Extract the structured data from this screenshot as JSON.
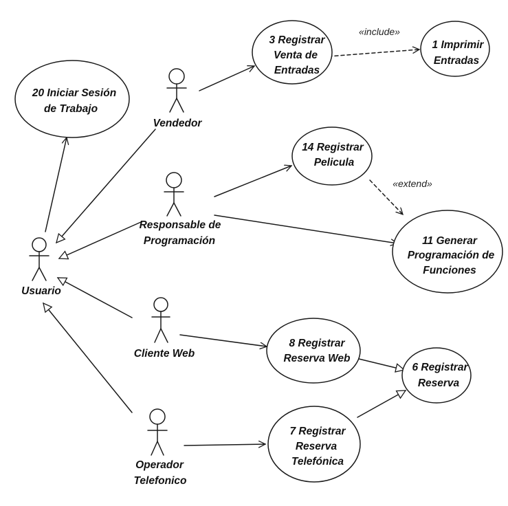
{
  "use_cases": {
    "uc20": {
      "line1": "20 Iniciar Sesión",
      "line2": "de Trabajo"
    },
    "uc3": {
      "line1": "3 Registrar",
      "line2": "Venta de",
      "line3": "Entradas"
    },
    "uc1": {
      "line1": "1 Imprimir",
      "line2": "Entradas"
    },
    "uc14": {
      "line1": "14 Registrar",
      "line2": "Pelicula"
    },
    "uc11": {
      "line1": "11 Generar",
      "line2": "Programación de",
      "line3": "Funciones"
    },
    "uc8": {
      "line1": "8 Registrar",
      "line2": "Reserva Web"
    },
    "uc6": {
      "line1": "6 Registrar",
      "line2": "Reserva"
    },
    "uc7": {
      "line1": "7 Registrar",
      "line2": "Reserva",
      "line3": "Telefónica"
    }
  },
  "actors": {
    "vendedor": {
      "line1": "Vendedor"
    },
    "responsable": {
      "line1": "Responsable de",
      "line2": "Programación"
    },
    "usuario": {
      "line1": "Usuario"
    },
    "cliente_web": {
      "line1": "Cliente Web"
    },
    "operador": {
      "line1": "Operador",
      "line2": "Telefonico"
    }
  },
  "stereotypes": {
    "include": "«include»",
    "extend": "«extend»"
  }
}
